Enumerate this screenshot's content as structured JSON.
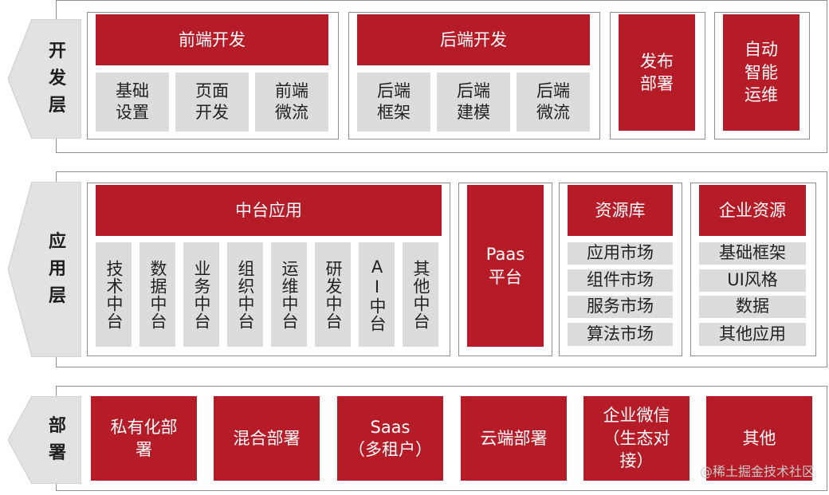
{
  "layers": {
    "dev": {
      "label": "开发\n层"
    },
    "app": {
      "label": "应用\n层"
    },
    "deploy": {
      "label": "部\n署"
    }
  },
  "dev": {
    "frontend": {
      "title": "前端开发",
      "items": [
        "基础\n设置",
        "页面\n开发",
        "前端\n微流"
      ]
    },
    "backend": {
      "title": "后端开发",
      "items": [
        "后端\n框架",
        "后端\n建模",
        "后端\n微流"
      ]
    },
    "publish": "发布\n部署",
    "ops": "自动\n智能\n运维"
  },
  "app": {
    "middle": {
      "title": "中台应用",
      "items": [
        "技术中台",
        "数据中台",
        "业务中台",
        "组织中台",
        "运维中台",
        "研发中台",
        "AI中台",
        "其他中台"
      ]
    },
    "paas": "Paas\n平台",
    "resources": {
      "title": "资源库",
      "items": [
        "应用市场",
        "组件市场",
        "服务市场",
        "算法市场"
      ]
    },
    "enterprise": {
      "title": "企业资源",
      "items": [
        "基础框架",
        "UI风格",
        "数据",
        "其他应用"
      ]
    }
  },
  "deploy": {
    "items": [
      "私有化部\n署",
      "混合部署",
      "Saas\n（多租户）",
      "云端部署",
      "企业微信\n（生态对\n接）",
      "其他"
    ]
  },
  "watermark": "@稀土掘金技术社区",
  "colors": {
    "accent": "#b61c27",
    "cell": "#dcdcdc",
    "border": "#8f8f8f",
    "chevron": "#e2e2e2"
  }
}
